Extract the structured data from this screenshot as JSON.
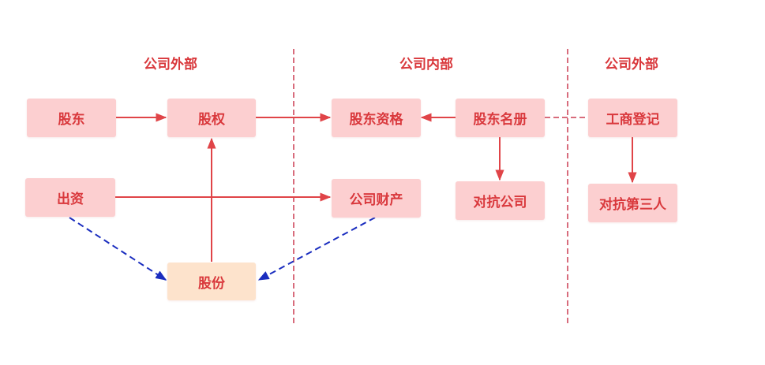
{
  "colors": {
    "node_fill": "#fccfd0",
    "node_fill_alt": "#fde3cc",
    "text": "#d9383c",
    "arrow": "#e04448",
    "divider": "#d86c7c",
    "dashed_blue": "#1a2dbf"
  },
  "sections": [
    {
      "id": "left",
      "label": "公司外部"
    },
    {
      "id": "middle",
      "label": "公司内部"
    },
    {
      "id": "right",
      "label": "公司外部"
    }
  ],
  "nodes": {
    "shareholder": {
      "label": "股东"
    },
    "equity": {
      "label": "股权"
    },
    "capital_contribution": {
      "label": "出资"
    },
    "shares": {
      "label": "股份"
    },
    "shareholder_qualification": {
      "label": "股东资格"
    },
    "company_property": {
      "label": "公司财产"
    },
    "shareholder_register": {
      "label": "股东名册"
    },
    "against_company": {
      "label": "对抗公司"
    },
    "business_registration": {
      "label": "工商登记"
    },
    "against_third_party": {
      "label": "对抗第三人"
    }
  },
  "edges": [
    {
      "from": "股东",
      "to": "股权",
      "style": "solid-red-arrow"
    },
    {
      "from": "股权",
      "to": "股东资格",
      "style": "solid-red-arrow"
    },
    {
      "from": "股东名册",
      "to": "股东资格",
      "style": "solid-red-arrow"
    },
    {
      "from": "股东名册",
      "to": "工商登记",
      "style": "dashed-red-line"
    },
    {
      "from": "出资",
      "to": "公司财产",
      "style": "solid-red-arrow"
    },
    {
      "from": "股份",
      "to": "股权",
      "style": "solid-red-arrow"
    },
    {
      "from": "出资",
      "to": "股份",
      "style": "dashed-blue-arrow"
    },
    {
      "from": "公司财产",
      "to": "股份",
      "style": "dashed-blue-arrow"
    },
    {
      "from": "股东名册",
      "to": "对抗公司",
      "style": "solid-red-arrow"
    },
    {
      "from": "工商登记",
      "to": "对抗第三人",
      "style": "solid-red-arrow"
    }
  ]
}
